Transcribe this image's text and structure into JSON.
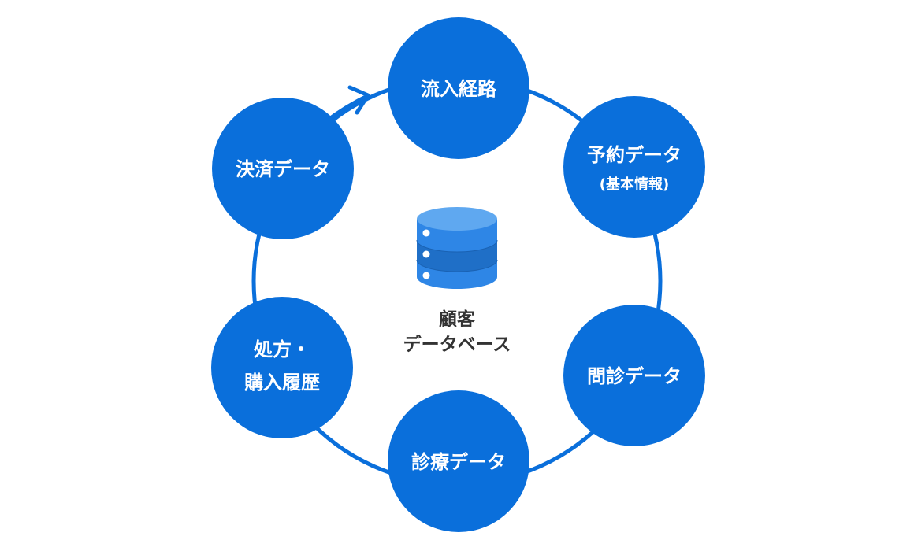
{
  "colors": {
    "accent": "#0A6FDB",
    "ring": "#0A6FDB",
    "node_fill": "#0A6FDB",
    "node_text": "#FFFFFF",
    "db_top": "#5FA8F0",
    "db_band_light": "#2E86E6",
    "db_band_dark": "#1F6FC7",
    "center_text": "#333333"
  },
  "center": {
    "icon": "database-icon",
    "label_line1": "顧客",
    "label_line2": "データベース"
  },
  "nodes": [
    {
      "id": "inflow-route",
      "lines": [
        "流入経路"
      ]
    },
    {
      "id": "reservation-data",
      "lines": [
        "予約データ"
      ],
      "sub": "(基本情報)"
    },
    {
      "id": "interview-data",
      "lines": [
        "問診データ"
      ]
    },
    {
      "id": "treatment-data",
      "lines": [
        "診療データ"
      ]
    },
    {
      "id": "prescription-history",
      "lines": [
        "処方・",
        "購入履歴"
      ]
    },
    {
      "id": "payment-data",
      "lines": [
        "決済データ"
      ]
    }
  ],
  "flow_arrow": {
    "icon": "arrow-icon",
    "from": "payment-data",
    "to": "inflow-route"
  }
}
